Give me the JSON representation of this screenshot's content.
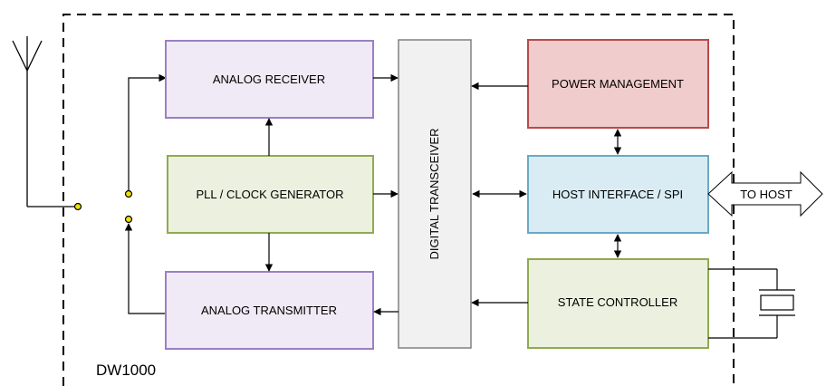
{
  "chip": {
    "name": "DW1000"
  },
  "blocks": {
    "analog_receiver": "ANALOG RECEIVER",
    "pll_clock": "PLL / CLOCK GENERATOR",
    "analog_transmitter": "ANALOG TRANSMITTER",
    "digital_transceiver": "DIGITAL TRANSCEIVER",
    "power_management": "POWER MANAGEMENT",
    "host_interface": "HOST INTERFACE / SPI",
    "state_controller": "STATE CONTROLLER"
  },
  "external": {
    "to_host": "TO HOST"
  },
  "colors": {
    "analog": "#efeaf5",
    "analog_border": "#9b7fc4",
    "pll": "#ebf1de",
    "pll_border": "#8faa4f",
    "digital": "#f1f1f1",
    "digital_border": "#808080",
    "power": "#f0cccc",
    "power_border": "#b84a4a",
    "host": "#d9ecf3",
    "host_border": "#6aa9c4",
    "state": "#ebf1de",
    "state_border": "#8faa4f",
    "switch_node": "#f0e000"
  }
}
